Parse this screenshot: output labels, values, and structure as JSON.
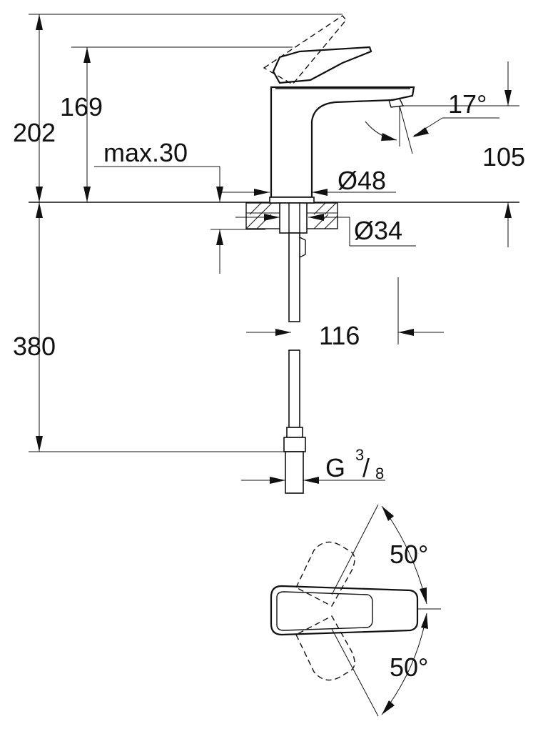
{
  "dimensions": {
    "total_height": "202",
    "spout_height": "169",
    "max_thickness": "max.30",
    "spout_tilt_angle": "17°",
    "spout_reach_height": "105",
    "base_diameter": "Ø48",
    "hole_diameter": "Ø34",
    "hose_length": "380",
    "spout_projection": "116",
    "thread_main": "G",
    "thread_num": "3",
    "thread_sep": "/",
    "thread_den": "8",
    "lever_angle_back": "50°",
    "lever_angle_front": "50°"
  }
}
